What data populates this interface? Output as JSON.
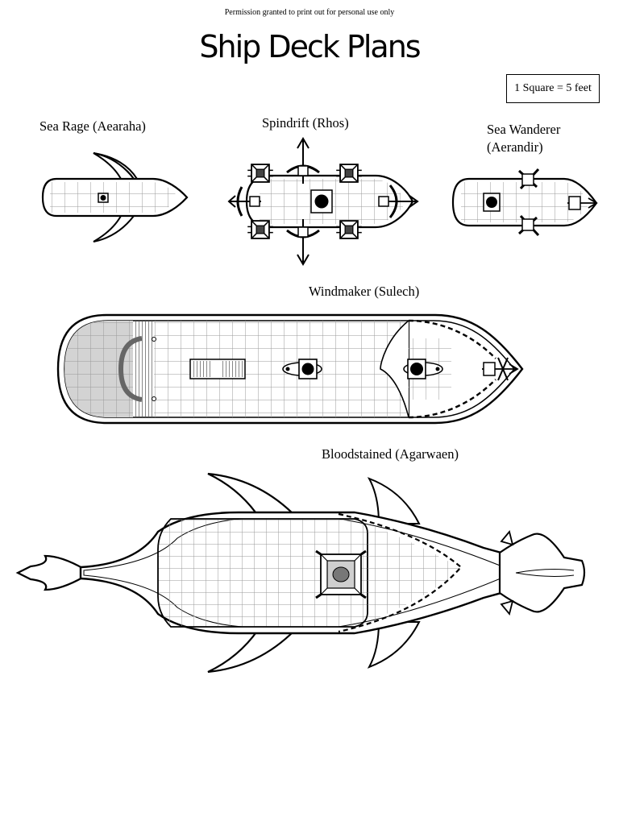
{
  "header": {
    "permission": "Permission granted to print out for personal use only",
    "title": "Ship Deck Plans",
    "scale": "1 Square = 5 feet"
  },
  "ships": [
    {
      "name": "Sea Rage (Aearaha)"
    },
    {
      "name": "Spindrift (Rhos)"
    },
    {
      "name_line1": "Sea Wanderer",
      "name_line2": "(Aerandir)"
    },
    {
      "name": "Windmaker (Sulech)"
    },
    {
      "name": "Bloodstained (Agarwaen)"
    }
  ],
  "colors": {
    "ink": "#000000",
    "grid": "#9a9a9a",
    "shade": "#d3d3d3",
    "hatch": "#555555"
  }
}
